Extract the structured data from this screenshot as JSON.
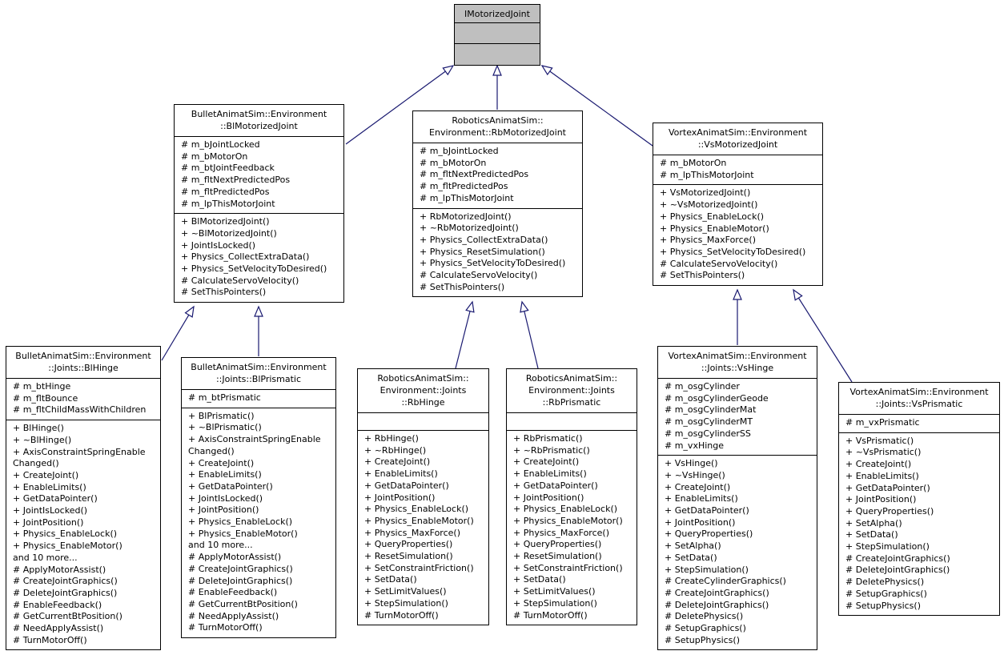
{
  "diagram": {
    "root": {
      "title": "IMotorizedJoint",
      "attributes": [],
      "methods": []
    },
    "bl_motorized": {
      "title_lines": [
        "BulletAnimatSim::Environment",
        "::BlMotorizedJoint"
      ],
      "attributes": [
        "# m_bJointLocked",
        "# m_bMotorOn",
        "# m_btJointFeedback",
        "# m_fltNextPredictedPos",
        "# m_fltPredictedPos",
        "# m_lpThisMotorJoint"
      ],
      "methods": [
        "+ BlMotorizedJoint()",
        "+ ~BlMotorizedJoint()",
        "+ JointIsLocked()",
        "+ Physics_CollectExtraData()",
        "+ Physics_SetVelocityToDesired()",
        "# CalculateServoVelocity()",
        "# SetThisPointers()"
      ]
    },
    "rb_motorized": {
      "title_lines": [
        "RoboticsAnimatSim::",
        "Environment::RbMotorizedJoint"
      ],
      "attributes": [
        "# m_bJointLocked",
        "# m_bMotorOn",
        "# m_fltNextPredictedPos",
        "# m_fltPredictedPos",
        "# m_lpThisMotorJoint"
      ],
      "methods": [
        "+ RbMotorizedJoint()",
        "+ ~RbMotorizedJoint()",
        "+ Physics_CollectExtraData()",
        "+ Physics_ResetSimulation()",
        "+ Physics_SetVelocityToDesired()",
        "# CalculateServoVelocity()",
        "# SetThisPointers()"
      ]
    },
    "vs_motorized": {
      "title_lines": [
        "VortexAnimatSim::Environment",
        "::VsMotorizedJoint"
      ],
      "attributes": [
        "# m_bMotorOn",
        "# m_lpThisMotorJoint"
      ],
      "methods": [
        "+ VsMotorizedJoint()",
        "+ ~VsMotorizedJoint()",
        "+ Physics_EnableLock()",
        "+ Physics_EnableMotor()",
        "+ Physics_MaxForce()",
        "+ Physics_SetVelocityToDesired()",
        "# CalculateServoVelocity()",
        "# SetThisPointers()"
      ]
    },
    "bl_hinge": {
      "title_lines": [
        "BulletAnimatSim::Environment",
        "::Joints::BlHinge"
      ],
      "attributes": [
        "# m_btHinge",
        "# m_fltBounce",
        "# m_fltChildMassWithChildren"
      ],
      "methods": [
        "+ BlHinge()",
        "+ ~BlHinge()",
        "+ AxisConstraintSpringEnable",
        "Changed()",
        "+ CreateJoint()",
        "+ EnableLimits()",
        "+ GetDataPointer()",
        "+ JointIsLocked()",
        "+ JointPosition()",
        "+ Physics_EnableLock()",
        "+ Physics_EnableMotor()",
        "and 10 more...",
        "# ApplyMotorAssist()",
        "# CreateJointGraphics()",
        "# DeleteJointGraphics()",
        "# EnableFeedback()",
        "# GetCurrentBtPosition()",
        "# NeedApplyAssist()",
        "# TurnMotorOff()"
      ]
    },
    "bl_prismatic": {
      "title_lines": [
        "BulletAnimatSim::Environment",
        "::Joints::BlPrismatic"
      ],
      "attributes": [
        "# m_btPrismatic"
      ],
      "methods": [
        "+ BlPrismatic()",
        "+ ~BlPrismatic()",
        "+ AxisConstraintSpringEnable",
        "Changed()",
        "+ CreateJoint()",
        "+ EnableLimits()",
        "+ GetDataPointer()",
        "+ JointIsLocked()",
        "+ JointPosition()",
        "+ Physics_EnableLock()",
        "+ Physics_EnableMotor()",
        "and 10 more...",
        "# ApplyMotorAssist()",
        "# CreateJointGraphics()",
        "# DeleteJointGraphics()",
        "# EnableFeedback()",
        "# GetCurrentBtPosition()",
        "# NeedApplyAssist()",
        "# TurnMotorOff()"
      ]
    },
    "rb_hinge": {
      "title_lines": [
        "RoboticsAnimatSim::",
        "Environment::Joints",
        "::RbHinge"
      ],
      "attributes": [],
      "methods": [
        "+ RbHinge()",
        "+ ~RbHinge()",
        "+ CreateJoint()",
        "+ EnableLimits()",
        "+ GetDataPointer()",
        "+ JointPosition()",
        "+ Physics_EnableLock()",
        "+ Physics_EnableMotor()",
        "+ Physics_MaxForce()",
        "+ QueryProperties()",
        "+ ResetSimulation()",
        "+ SetConstraintFriction()",
        "+ SetData()",
        "+ SetLimitValues()",
        "+ StepSimulation()",
        "# TurnMotorOff()"
      ]
    },
    "rb_prismatic": {
      "title_lines": [
        "RoboticsAnimatSim::",
        "Environment::Joints",
        "::RbPrismatic"
      ],
      "attributes": [],
      "methods": [
        "+ RbPrismatic()",
        "+ ~RbPrismatic()",
        "+ CreateJoint()",
        "+ EnableLimits()",
        "+ GetDataPointer()",
        "+ JointPosition()",
        "+ Physics_EnableLock()",
        "+ Physics_EnableMotor()",
        "+ Physics_MaxForce()",
        "+ QueryProperties()",
        "+ ResetSimulation()",
        "+ SetConstraintFriction()",
        "+ SetData()",
        "+ SetLimitValues()",
        "+ StepSimulation()",
        "# TurnMotorOff()"
      ]
    },
    "vs_hinge": {
      "title_lines": [
        "VortexAnimatSim::Environment",
        "::Joints::VsHinge"
      ],
      "attributes": [
        "# m_osgCylinder",
        "# m_osgCylinderGeode",
        "# m_osgCylinderMat",
        "# m_osgCylinderMT",
        "# m_osgCylinderSS",
        "# m_vxHinge"
      ],
      "methods": [
        "+ VsHinge()",
        "+ ~VsHinge()",
        "+ CreateJoint()",
        "+ EnableLimits()",
        "+ GetDataPointer()",
        "+ JointPosition()",
        "+ QueryProperties()",
        "+ SetAlpha()",
        "+ SetData()",
        "+ StepSimulation()",
        "# CreateCylinderGraphics()",
        "# CreateJointGraphics()",
        "# DeleteJointGraphics()",
        "# DeletePhysics()",
        "# SetupGraphics()",
        "# SetupPhysics()"
      ]
    },
    "vs_prismatic": {
      "title_lines": [
        "VortexAnimatSim::Environment",
        "::Joints::VsPrismatic"
      ],
      "attributes": [
        "# m_vxPrismatic"
      ],
      "methods": [
        "+ VsPrismatic()",
        "+ ~VsPrismatic()",
        "+ CreateJoint()",
        "+ EnableLimits()",
        "+ GetDataPointer()",
        "+ JointPosition()",
        "+ QueryProperties()",
        "+ SetAlpha()",
        "+ SetData()",
        "+ StepSimulation()",
        "# CreateJointGraphics()",
        "# DeleteJointGraphics()",
        "# DeletePhysics()",
        "# SetupGraphics()",
        "# SetupPhysics()"
      ]
    },
    "colors": {
      "line": "#191970",
      "root_fill": "#bfbfbf",
      "box_fill": "#ffffff"
    }
  }
}
